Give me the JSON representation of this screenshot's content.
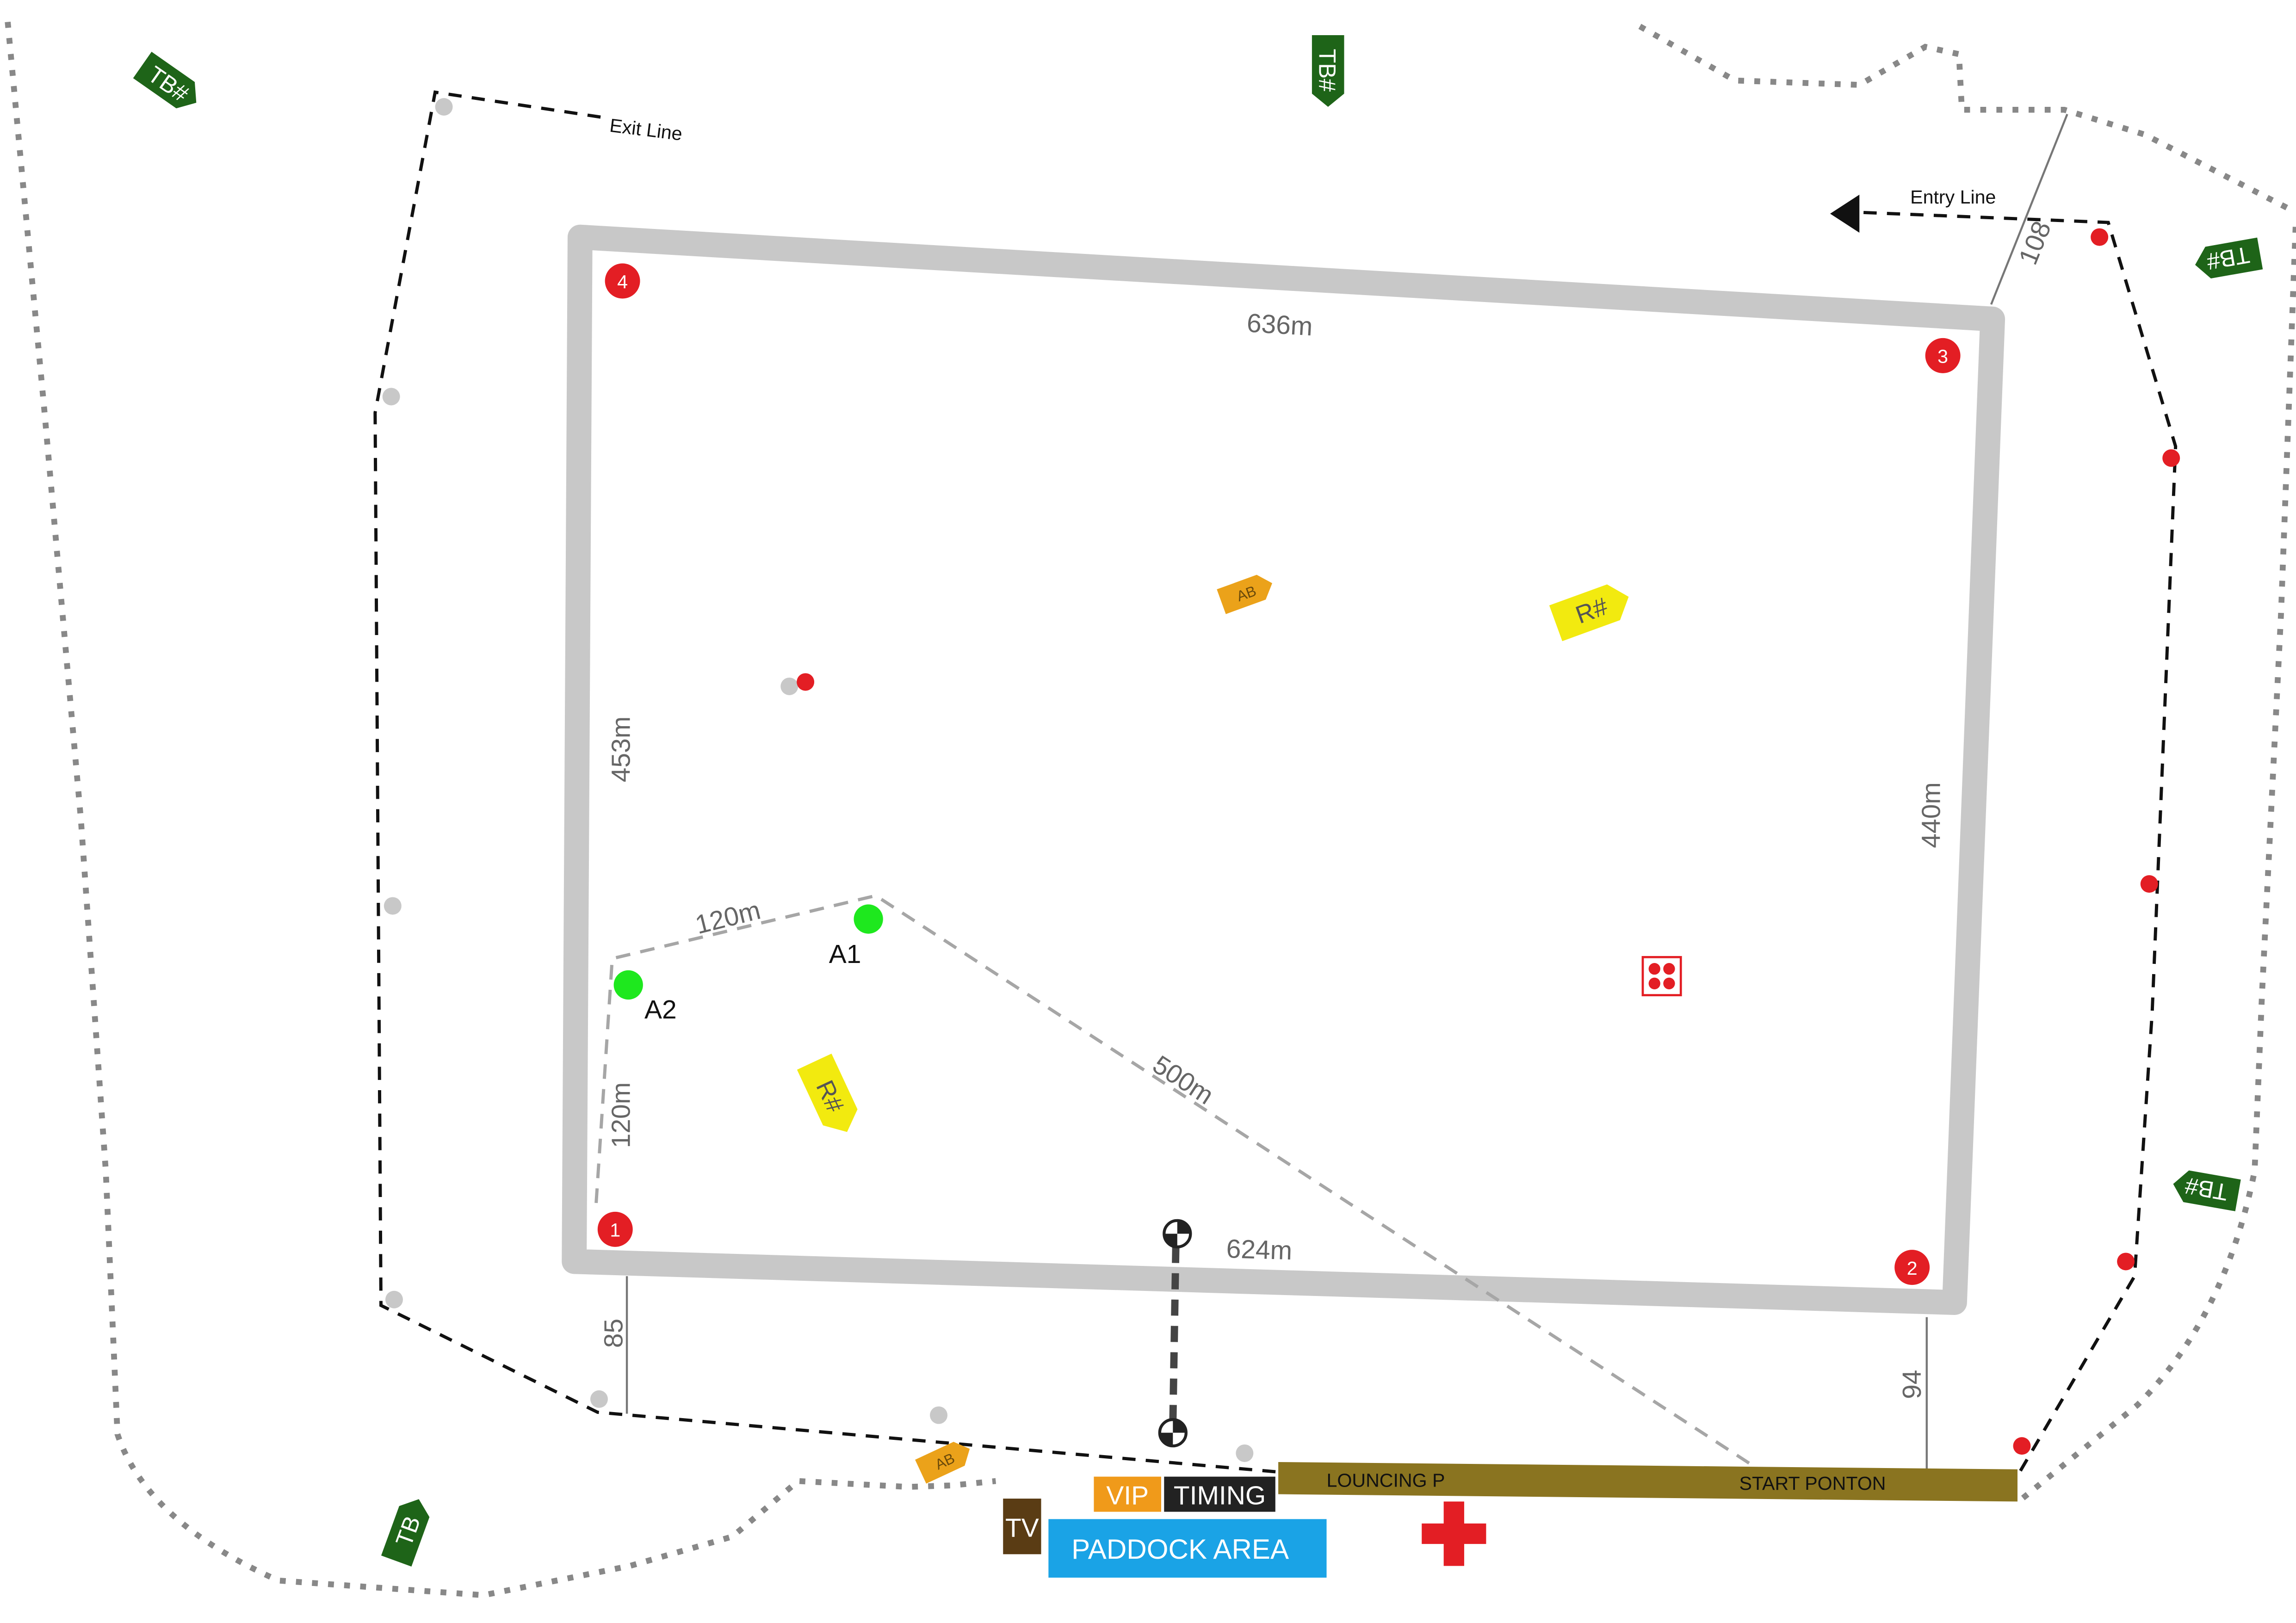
{
  "course": {
    "lengths": {
      "top": "636m",
      "bottom": "624m",
      "left": "453m",
      "right": "440m",
      "a1_a2": "120m",
      "a2_corner": "120m",
      "diagonal": "500m"
    },
    "corners": [
      "1",
      "2",
      "3",
      "4"
    ]
  },
  "lines": {
    "exit": "Exit Line",
    "entry": "Entry Line"
  },
  "offsets": {
    "top_right": "108",
    "bottom_left": "85",
    "bottom_right": "94"
  },
  "marks": {
    "a1": "A1",
    "a2": "A2"
  },
  "boats": {
    "tb_numbered": "TB#",
    "tb": "TB",
    "rescue": "R#",
    "ab": "AB"
  },
  "facilities": {
    "launching": "LOUNCING P",
    "start_ponton": "START PONTON",
    "vip": "VIP",
    "timing": "TIMING",
    "tv": "TV",
    "paddock": "PADDOCK AREA"
  },
  "colors": {
    "course": "#c8c8c8",
    "turn_buoy": "#e31e24",
    "marker_green": "#1ee81e",
    "marker_grey": "#c8c8c8",
    "tb_boat": "#1e6418",
    "rescue_boat": "#f2ea0f",
    "ab_boat": "#eba21a",
    "ponton": "#8a7420",
    "vip": "#f09a1a",
    "timing": "#222222",
    "tv": "#5a3c14",
    "paddock": "#1aa3e6",
    "medical": "#e31e24"
  },
  "icons": {
    "start_flag": "checkered-flag-icon",
    "grid": "start-grid-icon",
    "medical": "medical-cross-icon",
    "arrow": "arrow-left-icon"
  }
}
